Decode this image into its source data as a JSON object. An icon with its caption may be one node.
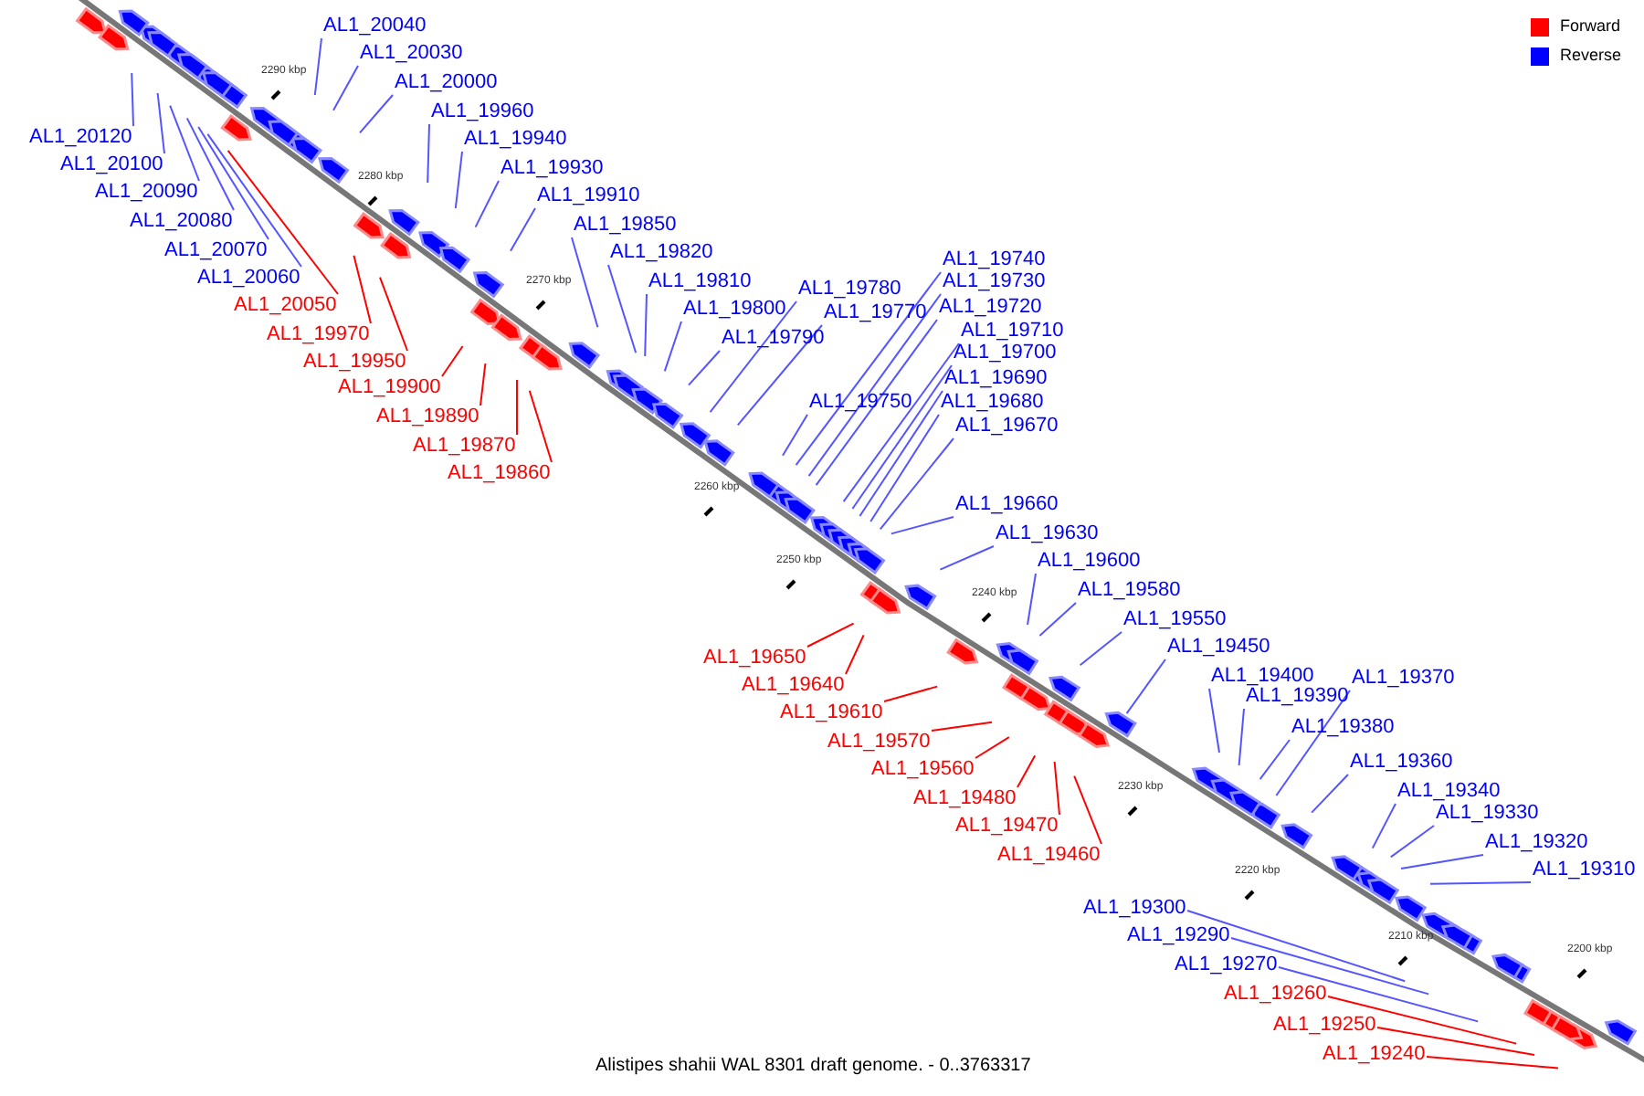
{
  "diagram": {
    "caption": "Alistipes shahii WAL 8301 draft genome. - 0..3763317",
    "nodes": [
      {
        "text": [
          "AL1_20040"
        ]
      },
      {
        "text": [
          "AL1_20030"
        ]
      },
      {
        "text": [
          "AL1_20000"
        ]
      },
      {
        "text": [
          "AL1_19960"
        ]
      },
      {
        "text": [
          "AL1_19940"
        ]
      },
      {
        "text": [
          "AL1_20120"
        ]
      },
      {
        "text": [
          "AL1_20100"
        ]
      },
      {
        "text": [
          "AL1_19930"
        ]
      },
      {
        "text": [
          "AL1_20090"
        ]
      },
      {
        "text": [
          "AL1_19910"
        ]
      },
      {
        "text": [
          "AL1_20080"
        ]
      },
      {
        "text": [
          "AL1_19850"
        ]
      },
      {
        "text": [
          "AL1_20070"
        ]
      },
      {
        "text": [
          "AL1_19820"
        ]
      },
      {
        "text": [
          "AL1_19740"
        ]
      },
      {
        "text": [
          "AL1_20060"
        ]
      },
      {
        "text": [
          "AL1_19730"
        ]
      },
      {
        "text": [
          "AL1_19810"
        ]
      },
      {
        "text": [
          "AL1_19780"
        ]
      },
      {
        "text": [
          "AL1_20050"
        ]
      },
      {
        "text": [
          "AL1_19720"
        ]
      },
      {
        "text": [
          "AL1_19800"
        ]
      },
      {
        "text": [
          "AL1_19770"
        ]
      },
      {
        "text": [
          "AL1_19710"
        ]
      },
      {
        "text": [
          "AL1_19970"
        ]
      },
      {
        "text": [
          "AL1_19790"
        ]
      },
      {
        "text": [
          "AL1_19700"
        ]
      },
      {
        "text": [
          "AL1_19950"
        ]
      },
      {
        "text": [
          "AL1_19690"
        ]
      },
      {
        "text": [
          "AL1_19900"
        ]
      },
      {
        "text": [
          "AL1_19750"
        ]
      },
      {
        "text": [
          "AL1_19680"
        ]
      },
      {
        "text": [
          "AL1_19890"
        ]
      },
      {
        "text": [
          "AL1_19670"
        ]
      },
      {
        "text": [
          "AL1_19870"
        ]
      },
      {
        "text": [
          "AL1_19860"
        ]
      },
      {
        "text": [
          "AL1_19660"
        ]
      },
      {
        "text": [
          "AL1_19630"
        ]
      },
      {
        "text": [
          "AL1_19600"
        ]
      },
      {
        "text": [
          "AL1_19580"
        ]
      },
      {
        "text": [
          "AL1_19550"
        ]
      },
      {
        "text": [
          "AL1_19450"
        ]
      },
      {
        "text": [
          "AL1_19650"
        ]
      },
      {
        "text": [
          "AL1_19400"
        ]
      },
      {
        "text": [
          "AL1_19370"
        ]
      },
      {
        "text": [
          "AL1_19640"
        ]
      },
      {
        "text": [
          "AL1_19390"
        ]
      },
      {
        "text": [
          "AL1_19610"
        ]
      },
      {
        "text": [
          "AL1_19380"
        ]
      },
      {
        "text": [
          "AL1_19570"
        ]
      },
      {
        "text": [
          "AL1_19360"
        ]
      },
      {
        "text": [
          "AL1_19560"
        ]
      },
      {
        "text": [
          "AL1_19340"
        ]
      },
      {
        "text": [
          "AL1_19480"
        ]
      },
      {
        "text": [
          "AL1_19330"
        ]
      },
      {
        "text": [
          "AL1_19470"
        ]
      },
      {
        "text": [
          "AL1_19320"
        ]
      },
      {
        "text": [
          "AL1_19460"
        ]
      },
      {
        "text": [
          "AL1_19310"
        ]
      },
      {
        "text": [
          "AL1_19300"
        ]
      },
      {
        "text": [
          "AL1_19290"
        ]
      },
      {
        "text": [
          "AL1_19270"
        ]
      },
      {
        "text": [
          "AL1_19260"
        ]
      },
      {
        "text": [
          "AL1_19250"
        ]
      },
      {
        "text": [
          "AL1_19240"
        ]
      }
    ],
    "edges": [
      {
        "from": 0,
        "to": null,
        "arrow": "none"
      },
      {
        "from": 1,
        "to": null,
        "arrow": "none"
      },
      {
        "from": 2,
        "to": null,
        "arrow": "none"
      },
      {
        "from": 3,
        "to": null,
        "arrow": "none"
      },
      {
        "from": 4,
        "to": null,
        "arrow": "none"
      },
      {
        "from": 5,
        "to": null,
        "arrow": "none"
      },
      {
        "from": 6,
        "to": null,
        "arrow": "none"
      },
      {
        "from": 7,
        "to": null,
        "arrow": "none"
      },
      {
        "from": 8,
        "to": null,
        "arrow": "none"
      },
      {
        "from": 9,
        "to": null,
        "arrow": "none"
      },
      {
        "from": 10,
        "to": null,
        "arrow": "none"
      },
      {
        "from": 11,
        "to": null,
        "arrow": "none"
      },
      {
        "from": 12,
        "to": null,
        "arrow": "none"
      },
      {
        "from": 13,
        "to": null,
        "arrow": "none"
      },
      {
        "from": 14,
        "to": null,
        "arrow": "none"
      },
      {
        "from": 15,
        "to": null,
        "arrow": "none"
      },
      {
        "from": 16,
        "to": null,
        "arrow": "none"
      },
      {
        "from": 17,
        "to": null,
        "arrow": "none"
      },
      {
        "from": 18,
        "to": null,
        "arrow": "none"
      },
      {
        "from": 19,
        "to": null,
        "arrow": "none",
        "color": "#ff0000"
      },
      {
        "from": 20,
        "to": null,
        "arrow": "none"
      },
      {
        "from": 21,
        "to": null,
        "arrow": "none"
      },
      {
        "from": 22,
        "to": null,
        "arrow": "none"
      },
      {
        "from": 23,
        "to": null,
        "arrow": "none"
      },
      {
        "from": 24,
        "to": null,
        "arrow": "none",
        "color": "#ff0000"
      },
      {
        "from": 25,
        "to": null,
        "arrow": "none"
      },
      {
        "from": 26,
        "to": null,
        "arrow": "none"
      },
      {
        "from": 27,
        "to": null,
        "arrow": "none",
        "color": "#ff0000"
      },
      {
        "from": 28,
        "to": null,
        "arrow": "none"
      },
      {
        "from": 29,
        "to": null,
        "arrow": "none",
        "color": "#ff0000"
      },
      {
        "from": 30,
        "to": null,
        "arrow": "none"
      },
      {
        "from": 31,
        "to": null,
        "arrow": "none"
      },
      {
        "from": 32,
        "to": null,
        "arrow": "none",
        "color": "#ff0000"
      },
      {
        "from": 33,
        "to": null,
        "arrow": "none"
      },
      {
        "from": 34,
        "to": null,
        "arrow": "none",
        "color": "#ff0000"
      },
      {
        "from": 35,
        "to": null,
        "arrow": "none",
        "color": "#ff0000"
      },
      {
        "from": 36,
        "to": null,
        "arrow": "none"
      },
      {
        "from": 37,
        "to": null,
        "arrow": "none"
      },
      {
        "from": 38,
        "to": null,
        "arrow": "none"
      },
      {
        "from": 39,
        "to": null,
        "arrow": "none"
      },
      {
        "from": 40,
        "to": null,
        "arrow": "none"
      },
      {
        "from": 41,
        "to": null,
        "arrow": "none"
      },
      {
        "from": 42,
        "to": null,
        "arrow": "none",
        "color": "#ff0000"
      },
      {
        "from": 43,
        "to": null,
        "arrow": "none"
      },
      {
        "from": 44,
        "to": null,
        "arrow": "none"
      },
      {
        "from": 45,
        "to": null,
        "arrow": "none",
        "color": "#ff0000"
      },
      {
        "from": 46,
        "to": null,
        "arrow": "none"
      },
      {
        "from": 47,
        "to": null,
        "arrow": "none",
        "color": "#ff0000"
      },
      {
        "from": 48,
        "to": null,
        "arrow": "none"
      },
      {
        "from": 49,
        "to": null,
        "arrow": "none",
        "color": "#ff0000"
      },
      {
        "from": 50,
        "to": null,
        "arrow": "none"
      },
      {
        "from": 51,
        "to": null,
        "arrow": "none",
        "color": "#ff0000"
      },
      {
        "from": 52,
        "to": null,
        "arrow": "none"
      },
      {
        "from": 53,
        "to": null,
        "arrow": "none",
        "color": "#ff0000"
      },
      {
        "from": 54,
        "to": null,
        "arrow": "none"
      },
      {
        "from": 55,
        "to": null,
        "arrow": "none",
        "color": "#ff0000"
      },
      {
        "from": 56,
        "to": null,
        "arrow": "none"
      },
      {
        "from": 57,
        "to": null,
        "arrow": "none",
        "color": "#ff0000"
      },
      {
        "from": 58,
        "to": null,
        "arrow": "none"
      },
      {
        "from": 59,
        "to": null,
        "arrow": "none"
      },
      {
        "from": 60,
        "to": null,
        "arrow": "none"
      },
      {
        "from": 61,
        "to": null,
        "arrow": "none"
      },
      {
        "from": 62,
        "to": null,
        "arrow": "none",
        "color": "#ff0000"
      },
      {
        "from": 63,
        "to": null,
        "arrow": "none",
        "color": "#ff0000"
      },
      {
        "from": 64,
        "to": null,
        "arrow": "none",
        "color": "#ff0000"
      }
    ],
    "labels": [
      "2290 kbp",
      "2280 kbp",
      "2270 kbp",
      "2260 kbp",
      "2250 kbp",
      "2240 kbp",
      "2230 kbp",
      "2220 kbp",
      "2210 kbp",
      "2200 kbp"
    ],
    "legend": [
      {
        "text": "Forward",
        "color": "#ff0000"
      },
      {
        "text": "Reverse",
        "color": "#0000ff"
      }
    ]
  }
}
